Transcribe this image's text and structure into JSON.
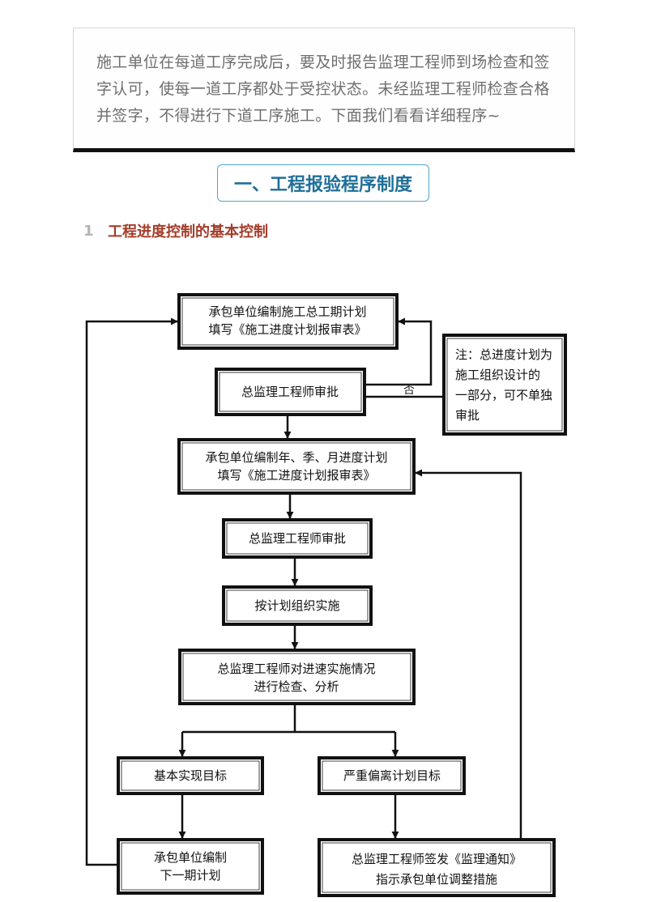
{
  "intro": {
    "text": "施工单位在每道工序完成后，要及时报告监理工程师到场检查和签字认可，使每一道工序都处于受控状态。未经监理工程师检查合格并签字，不得进行下道工序施工。下面我们看看详细程序~"
  },
  "section": {
    "title": "一、工程报验程序制度"
  },
  "subsection": {
    "number": "1",
    "title": "工程进度控制的基本控制"
  },
  "flowchart": {
    "boxes": {
      "b1": [
        "承包单位编制施工总工期计划",
        "填写《施工进度计划报审表》"
      ],
      "b2": [
        "总监理工程师审批"
      ],
      "note": [
        "注：总进度计划为",
        "施工组织设计的",
        "一部分，可不单独",
        "审批"
      ],
      "b3": [
        "承包单位编制年、季、月进度计划",
        "填写《施工进度计划报审表》"
      ],
      "b4": [
        "总监理工程师审批"
      ],
      "b5": [
        "按计划组织实施"
      ],
      "b6": [
        "总监理工程师对进速实施情况",
        "进行检查、分析"
      ],
      "b7": [
        "基本实现目标"
      ],
      "b8": [
        "严重偏离计划目标"
      ],
      "b9": [
        "承包单位编制",
        "下一期计划"
      ],
      "b10": [
        "总监理工程师签发《监理通知》",
        "指示承包单位调整措施"
      ]
    },
    "reject_label": "否"
  }
}
